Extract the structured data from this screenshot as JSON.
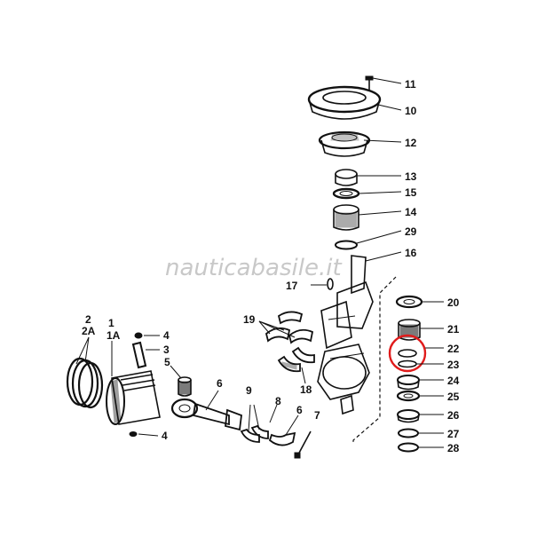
{
  "watermark": "nauticabasile.it",
  "highlight_color": "#e01b1b",
  "callouts": {
    "c11": "11",
    "c10": "10",
    "c12": "12",
    "c13": "13",
    "c15": "15",
    "c14": "14",
    "c29": "29",
    "c16": "16",
    "c17": "17",
    "c20": "20",
    "c21": "21",
    "c22": "22",
    "c23": "23",
    "c24": "24",
    "c25": "25",
    "c26": "26",
    "c27": "27",
    "c28": "28",
    "c2": "2",
    "c2A": "2A",
    "c1": "1",
    "c1A": "1A",
    "c4a": "4",
    "c3": "3",
    "c5": "5",
    "c4b": "4",
    "c6a": "6",
    "c9": "9",
    "c8": "8",
    "c6b": "6",
    "c7": "7",
    "c19": "19",
    "c18": "18"
  }
}
